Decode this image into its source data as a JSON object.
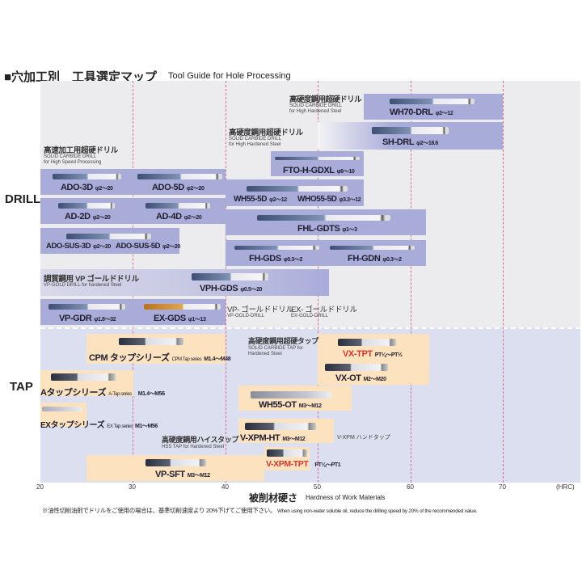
{
  "title": {
    "jp": "■穴加工別　工具選定マップ",
    "en": "Tool Guide for Hole Processing"
  },
  "sections": {
    "drill": "DRILL",
    "tap": "TAP"
  },
  "colors": {
    "drill_bar": "#a9acd9",
    "tap_bar": "#fde2bf",
    "grid": "#d2708e",
    "drill_zone": "#ececee",
    "tap_zone": "#dcdff0",
    "highlight_text": "#d6342a"
  },
  "axis": {
    "ticks": [
      "20",
      "30",
      "40",
      "50",
      "60",
      "70"
    ],
    "unit": "(HRC)",
    "label_jp": "被削材硬さ",
    "label_en": "Hardness of Work Materials"
  },
  "drill": {
    "groups": {
      "high_speed": {
        "jp": "高速加工用超硬ドリル",
        "en1": "SOLID CARBIDE DRILL",
        "en2": "for High Speed Processing"
      },
      "hardened_a": {
        "jp": "高硬度鋼用超硬ドリル",
        "en1": "SOLID CARBIDE DRILL",
        "en2": "for High Hardened Steel"
      },
      "hardened_b": {
        "jp": "高硬度鋼用超硬ドリル",
        "en1": "SOLID CARBIDE DRILL",
        "en2": "for High Hardened Steel"
      },
      "vp_gold": {
        "jp": "調質鋼用 VP ゴールドドリル",
        "en1": "VP-GOLD DRILL for hardened Steel"
      },
      "vp_gold2": {
        "jp": "VP- ゴールドドリル",
        "en1": "VP-GOLD-DRILL"
      },
      "ex_gold": {
        "jp": "EX- ゴールドドリル",
        "en1": "EX-GOLD-DRILL"
      }
    },
    "tools": [
      {
        "name": "WH70-DRL",
        "range": "φ2～12"
      },
      {
        "name": "SH-DRL",
        "range": "φ2～18.6"
      },
      {
        "name": "FTO-H-GDXL",
        "range": "φ6～10"
      },
      {
        "name": "ADO-3D",
        "range": "φ2～20"
      },
      {
        "name": "ADO-5D",
        "range": "φ2～20"
      },
      {
        "name": "WH55-5D",
        "range": "φ2～12"
      },
      {
        "name": "WHO55-5D",
        "range": "φ3.3～12"
      },
      {
        "name": "AD-2D",
        "range": "φ2～20"
      },
      {
        "name": "AD-4D",
        "range": "φ2～20"
      },
      {
        "name": "FHL-GDTS",
        "range": "φ1～3"
      },
      {
        "name": "ADO-SUS-3D",
        "range": "φ2～20"
      },
      {
        "name": "ADO-SUS-5D",
        "range": "φ2～20"
      },
      {
        "name": "FH-GDS",
        "range": "φ0.3～2"
      },
      {
        "name": "FH-GDN",
        "range": "φ0.3～2"
      },
      {
        "name": "VPH-GDS",
        "range": "φ0.5～20"
      },
      {
        "name": "VP-GDR",
        "range": "φ1.8～32"
      },
      {
        "name": "EX-GDS",
        "range": "φ1～13"
      }
    ]
  },
  "tap": {
    "groups": {
      "carbide": {
        "jp": "高硬度鋼用超硬タップ",
        "en1": "SOLID CARBIDE TAP for",
        "en2": "Hardened Steel"
      },
      "hss": {
        "jp": "高硬度鋼用ハイスタップ",
        "en1": "HSS TAP for Hardened Steel"
      },
      "hand": {
        "jp": "V-XPM ハンドタップ"
      }
    },
    "tools": [
      {
        "name": "CPM タップシリーズ",
        "en": "CPM Tap series",
        "range": "M1.4～M48"
      },
      {
        "name": "VX-TPT",
        "range": "PT⅛～PT½"
      },
      {
        "name": "VX-OT",
        "range": "M2～M20"
      },
      {
        "name": "Aタップシリーズ",
        "en": "A-Tap series",
        "range": "M1.4～M56"
      },
      {
        "name": "WH55-OT",
        "range": "M3～M12"
      },
      {
        "name": "EXタップシリーズ",
        "en": "EX Tap series",
        "range": "M1～M56"
      },
      {
        "name": "V-XPM-HT",
        "range": "M3～M12"
      },
      {
        "name": "V-XPM-TPT",
        "range": "PT⅛～PT1"
      },
      {
        "name": "VP-SFT",
        "range": "M3～M12"
      }
    ]
  },
  "note": {
    "jp": "※油性切削油剤でドリルをご使用の場合は、基準切削速度より 20%下げてご使用下さい。",
    "en": "When using non-water soluble oil, reduce the drilling speed by 20% of the recommended value."
  }
}
